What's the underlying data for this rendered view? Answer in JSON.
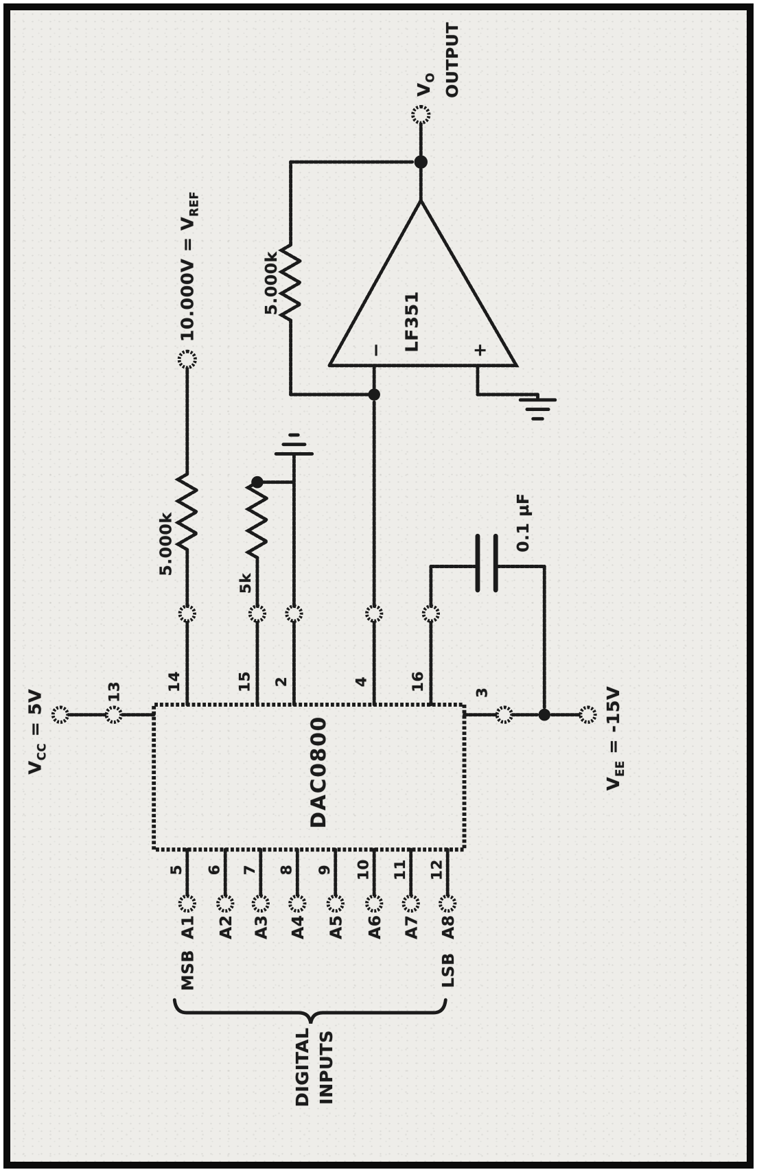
{
  "schematic": {
    "chip_label": "DAC0800",
    "opamp_label": "LF351",
    "opamp_minus": "−",
    "opamp_plus": "+",
    "supply_left": {
      "base": "V",
      "sub": "CC",
      "rest": " = 5V",
      "pin": "13"
    },
    "supply_right": {
      "base": "V",
      "sub": "EE",
      "rest": " = -15V",
      "pin": "3"
    },
    "vref_label": {
      "base": "10.000V = V",
      "sub": "REF"
    },
    "output_label": {
      "base": "V",
      "sub": "O",
      "line2": "OUTPUT"
    },
    "r_vref": "5.000k",
    "r_feedback": "5.000k",
    "r_pot": "5k",
    "cap_comp": "0.1 µF",
    "top_pins": [
      "14",
      "15",
      "2",
      "4",
      "16"
    ],
    "bottom_pins": [
      "5",
      "6",
      "7",
      "8",
      "9",
      "10",
      "11",
      "12"
    ],
    "input_labels": [
      "A1",
      "A2",
      "A3",
      "A4",
      "A5",
      "A6",
      "A7",
      "A8"
    ],
    "msb_label": "MSB",
    "lsb_label": "LSB",
    "brace_label_line1": "DIGITAL",
    "brace_label_line2": "INPUTS",
    "colors": {
      "ink": "#1b1b1b",
      "paper": "#eeede9",
      "frame": "#0b0b0b"
    }
  }
}
